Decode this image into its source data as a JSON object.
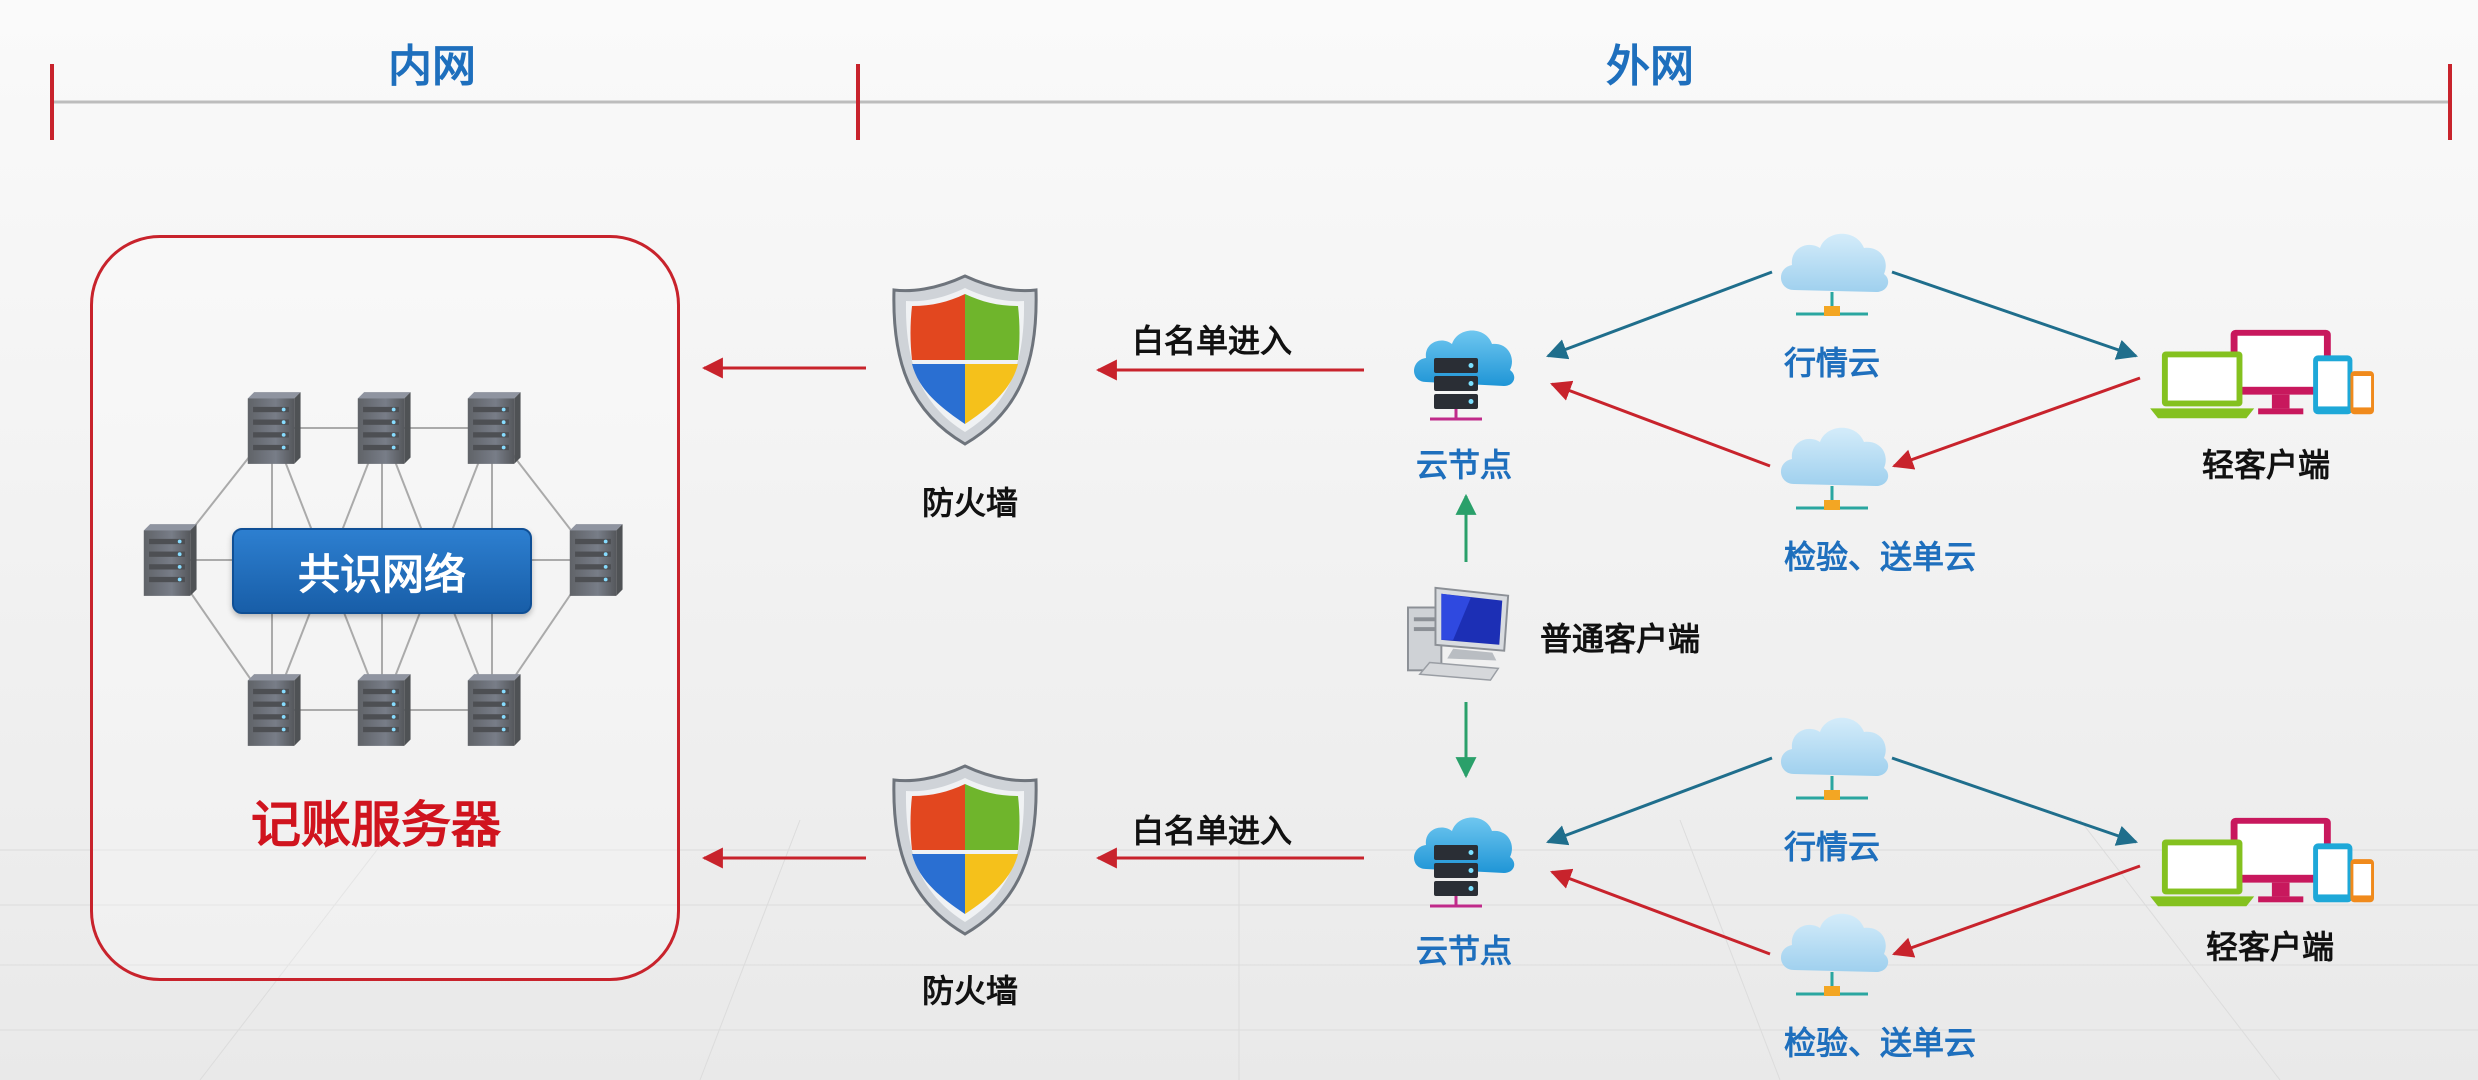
{
  "header": {
    "inner_label": "内网",
    "outer_label": "外网"
  },
  "inner": {
    "consensus_label": "共识网络",
    "ledger_label": "记账服务器"
  },
  "top": {
    "firewall_label": "防火墙",
    "whitelist_label": "白名单进入",
    "cloud_node_label": "云节点",
    "market_cloud_label": "行情云",
    "order_cloud_label": "检验、送单云",
    "light_client_label": "轻客户端"
  },
  "bottom": {
    "firewall_label": "防火墙",
    "whitelist_label": "白名单进入",
    "cloud_node_label": "云节点",
    "market_cloud_label": "行情云",
    "order_cloud_label": "检验、送单云",
    "light_client_label": "轻客户端"
  },
  "client": {
    "label": "普通客户端"
  },
  "colors": {
    "red": "#c8232c",
    "blue_text": "#1e6fbd",
    "teal_arrow": "#1f6e8c",
    "green_arrow": "#2aa06a",
    "cloud": "#a9d6ef"
  },
  "icons": [
    "server-icon",
    "shield-icon",
    "cloud-node-icon",
    "cloud-icon",
    "devices-icon",
    "computer-icon"
  ]
}
